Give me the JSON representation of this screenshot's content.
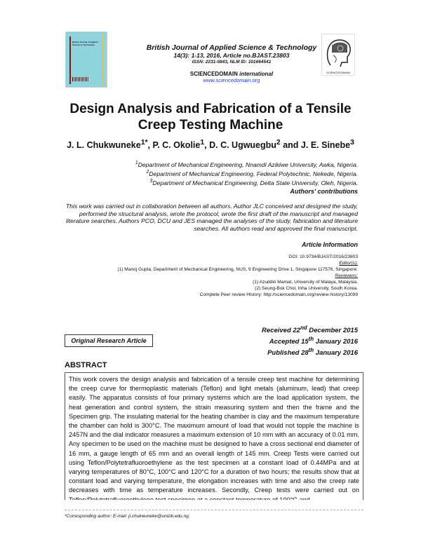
{
  "header": {
    "journal_name": "British Journal of Applied Science & Technology",
    "volume_info": "14(3): 1-13, 2016, Article no.BJAST.23803",
    "issn": "ISSN: 2231-0843, NLM ID: 101664541",
    "publisher": "SCIENCEDOMAIN",
    "publisher_suffix": "international",
    "website": "www.sciencedomain.org",
    "cover_title": "British Journal of Applied Science & Technology",
    "logo_caption": "SCIENCEDOMAIN"
  },
  "title": "Design Analysis and Fabrication of a Tensile Creep Testing Machine",
  "authors": [
    {
      "name": "J. L. Chukwuneke",
      "sup": "1*"
    },
    {
      "name": "P. C. Okolie",
      "sup": "1"
    },
    {
      "name": "D. C. Ugwuegbu",
      "sup": "2"
    },
    {
      "name": "J. E. Sinebe",
      "sup": "3"
    }
  ],
  "authors_and": "and",
  "affiliations": [
    {
      "sup": "1",
      "text": "Department of Mechanical Engineering, Nnamdi Azikiwe University, Awka, Nigeria."
    },
    {
      "sup": "2",
      "text": "Department of Mechanical Engineering, Federal Polytechnic, Nekede, Nigeria."
    },
    {
      "sup": "3",
      "text": "Department of Mechanical Engineering, Delta State University, Oleh, Nigeria."
    }
  ],
  "contributions": {
    "heading": "Authors' contributions",
    "text": "This work was carried out in collaboration between all authors. Author JLC conceived and designed the study, performed the structural analysis, wrote the protocol, wrote the first draft of the manuscript and managed literature searches. Authors PCO, DCU and JES managed the analyses of the study, fabrication and literature searches. All authors read and approved the final manuscript."
  },
  "article_info": {
    "heading": "Article Information",
    "doi": "DOI: 10.9734/BJAST/2016/23803",
    "editors_label": "Editor(s):",
    "editors": [
      "(1) Manoj Gupta, Department of Mechanical Engineering, NUS, 9 Engineering Drive 1, Singapore 117576, Singapore."
    ],
    "reviewers_label": "Reviewers:",
    "reviewers": [
      "(1) Azuddin Mamat, University of Malaya, Malaysia.",
      "(2) Seung-Bok Choi, Inha University, South Korea."
    ],
    "history_label": "Complete Peer review History:",
    "history_link": "http://sciencedomain.org/review-history/13099"
  },
  "dates": {
    "received": "Received 22",
    "received_sup": "nd",
    "received_rest": " December 2015",
    "accepted": "Accepted 15",
    "accepted_sup": "th",
    "accepted_rest": " January 2016",
    "published": "Published 28",
    "published_sup": "th",
    "published_rest": " January 2016"
  },
  "article_type": "Original Research Article",
  "abstract": {
    "heading": "ABSTRACT",
    "text": "This work covers the design analysis and fabrication of a tensile creep test machine for determining the creep curve for thermoplastic materials (Teflon) and light metals (aluminum, lead) that creep easily. The apparatus consists of four primary systems which are the load application system, the heat generation and control system, the strain measuring system and then the frame and the Specimen grip. The insulating material for the heating chamber is clay and the maximum temperature the chamber can hold is 300°C. The maximum  amount of load that would not topple the machine is 2457N and the dial indicator measures a maximum extension of 10 mm with an accuracy of 0.01 mm. Any specimen to be used on the machine must be designed to have a cross sectional end diameter of 16 mm, a gauge length of 65 mm and an overall length of 145 mm. Creep Tests were carried out using Teflon/Polytetrafluoroethylene as the test specimen at a constant load of 0.44MPa and at varying temperatures of 80°C, 100°C  and 120°C for a duration of  two hours; the results show that at constant load and varying temperature, the elongation increases with time and also the creep rate decreases with time as temperature increases. Secondly, Creep tests were carried out on Teflon/Polytetrafluoroethylene test specimen at a constant temperature of 100°C and"
  },
  "footnote": "*Corresponding author: E-mail: jl.chukwuneke@unizik.edu.ng;"
}
